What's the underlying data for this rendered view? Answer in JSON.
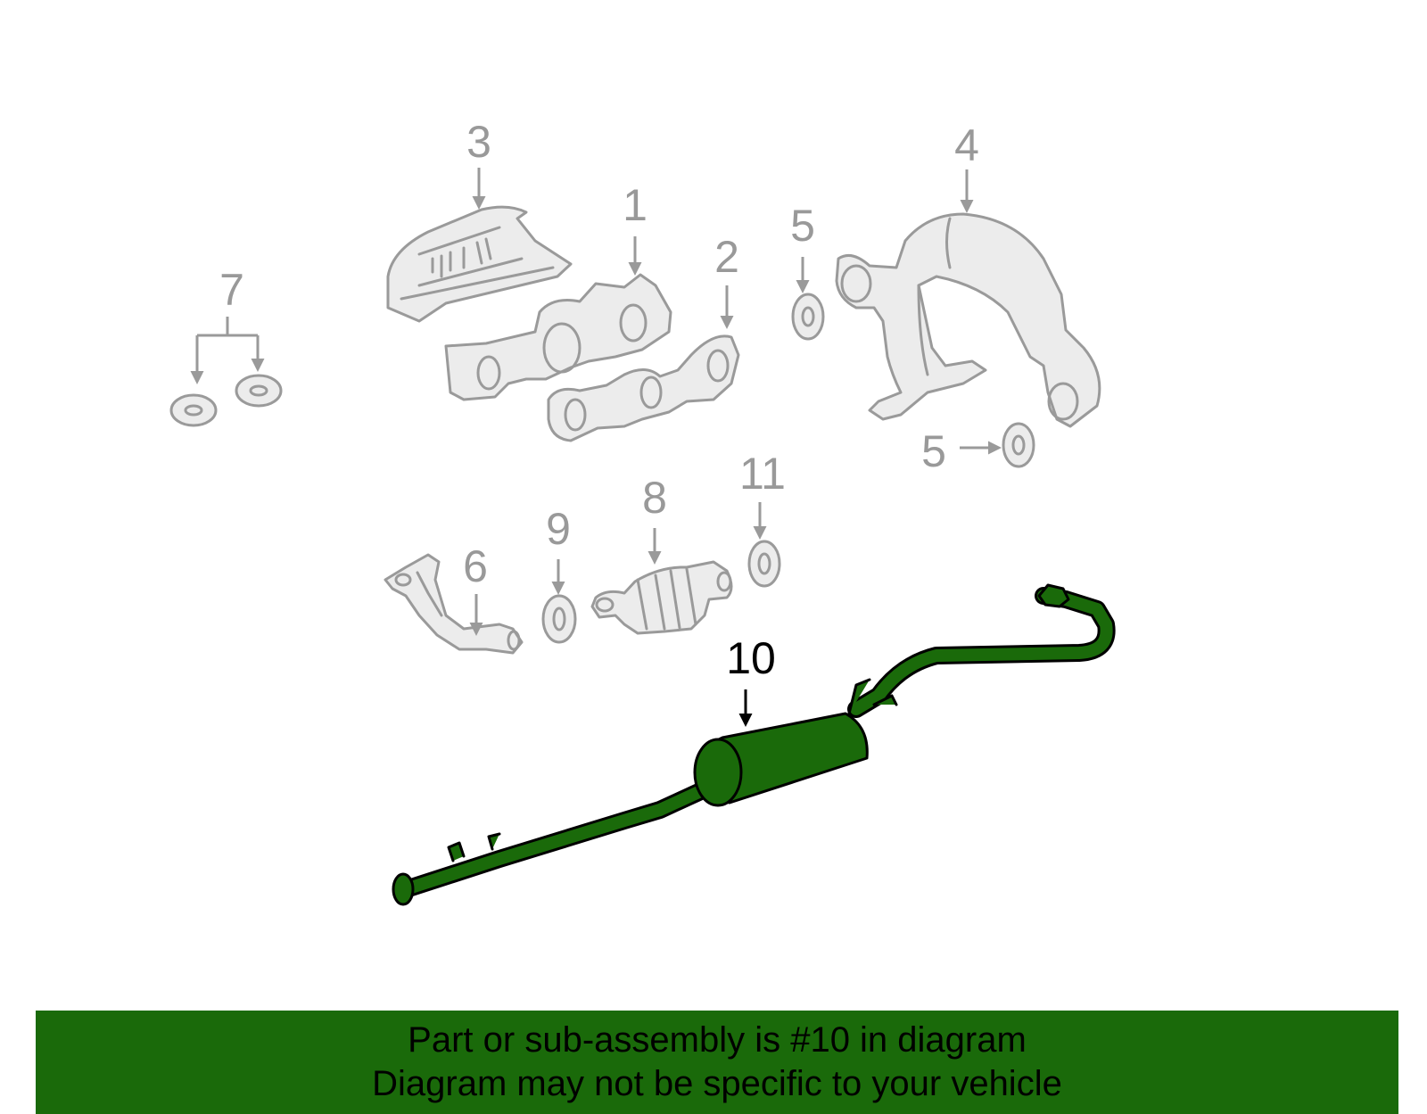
{
  "callouts": [
    {
      "id": "1",
      "label": "1"
    },
    {
      "id": "2",
      "label": "2"
    },
    {
      "id": "3",
      "label": "3"
    },
    {
      "id": "4",
      "label": "4"
    },
    {
      "id": "5a",
      "label": "5"
    },
    {
      "id": "5b",
      "label": "5"
    },
    {
      "id": "6",
      "label": "6"
    },
    {
      "id": "7",
      "label": "7"
    },
    {
      "id": "8",
      "label": "8"
    },
    {
      "id": "9",
      "label": "9"
    },
    {
      "id": "10",
      "label": "10"
    },
    {
      "id": "11",
      "label": "11"
    }
  ],
  "highlighted_part": "10",
  "colors": {
    "highlight": "#1a6a0a",
    "inactive_part": "#9a9a9a",
    "background": "#ffffff"
  },
  "banner": {
    "line1": "Part or sub-assembly is #10 in diagram",
    "line2": "Diagram may not be specific to your vehicle"
  }
}
